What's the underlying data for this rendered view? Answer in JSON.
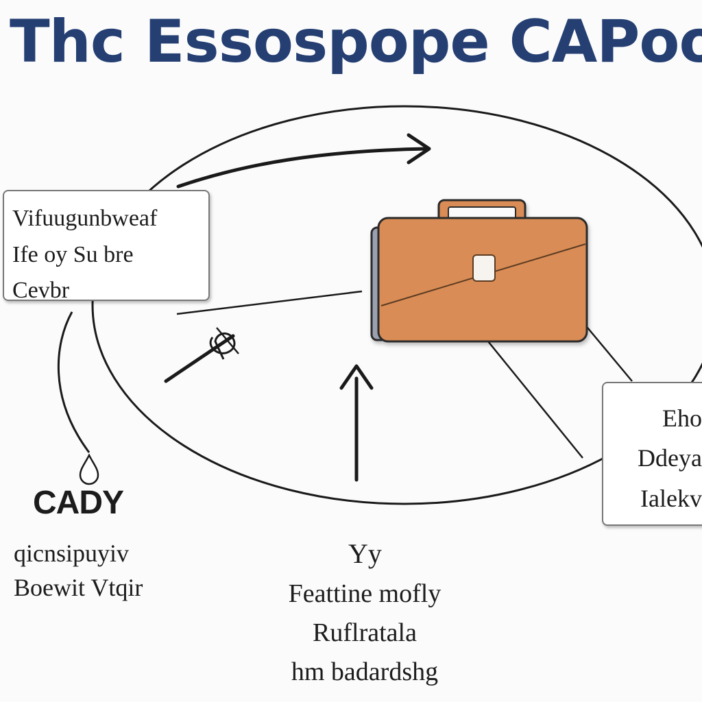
{
  "title": "Thc Essospope CAPoodlmg",
  "left_box": {
    "lines": [
      "Vifuugunbweaf",
      "Ife oy Su bre",
      "Cevbr"
    ]
  },
  "right_box": {
    "lines": [
      "Eho",
      "Ddeya",
      "Ialekv"
    ]
  },
  "caption_bottom_left": {
    "heading": "CADY",
    "lines": [
      "qicnsipuyiv",
      "Boewit Vtqir"
    ]
  },
  "caption_bottom_center": {
    "heading": "Yy",
    "lines": [
      "Feattine mofly",
      "Ruflratala",
      "hm badardshg"
    ]
  },
  "icons": [
    "briefcase-icon",
    "droplet-icon",
    "pen-icon",
    "arrow-right-icon",
    "arrow-up-icon"
  ],
  "colors": {
    "title": "#253f73",
    "briefcase": "#d98c54",
    "briefcase_outline": "#2b2b2b",
    "lines": "#1a1a1a"
  }
}
